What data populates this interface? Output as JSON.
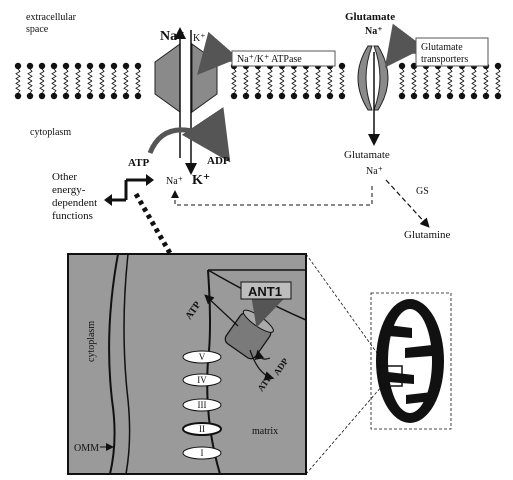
{
  "membrane": {
    "extracellular_label": "extracellular\nspace",
    "cytoplasm_label": "cytoplasm"
  },
  "pump": {
    "top_na": "Na⁺",
    "top_k": "K⁺",
    "label": "Na⁺/K⁺ ATPase",
    "atp": "ATP",
    "adp": "ADP",
    "bottom_na": "Na⁺",
    "bottom_k": "K⁺"
  },
  "transporter": {
    "top_glutamate": "Glutamate",
    "top_na": "Na⁺",
    "label": "Glutamate\ntransporters",
    "bottom_glutamate": "Glutamate",
    "bottom_na": "Na⁺",
    "gs": "GS",
    "glutamine": "Glutamine"
  },
  "energy": {
    "label": "Other\nenergy-\ndependent\nfunctions"
  },
  "mitochondrion": {
    "ant1": "ANT1",
    "cytoplasm": "cytoplasm",
    "omm": "OMM",
    "matrix": "matrix",
    "atp_in": "ATP",
    "atp_out": "ATP",
    "adp": "ADP",
    "complexes": [
      "V",
      "IV",
      "III",
      "II",
      "I"
    ]
  },
  "colors": {
    "membrane_gray": "#8a8a8a",
    "inset_gray": "#9a9a9a",
    "dark": "#111111"
  }
}
